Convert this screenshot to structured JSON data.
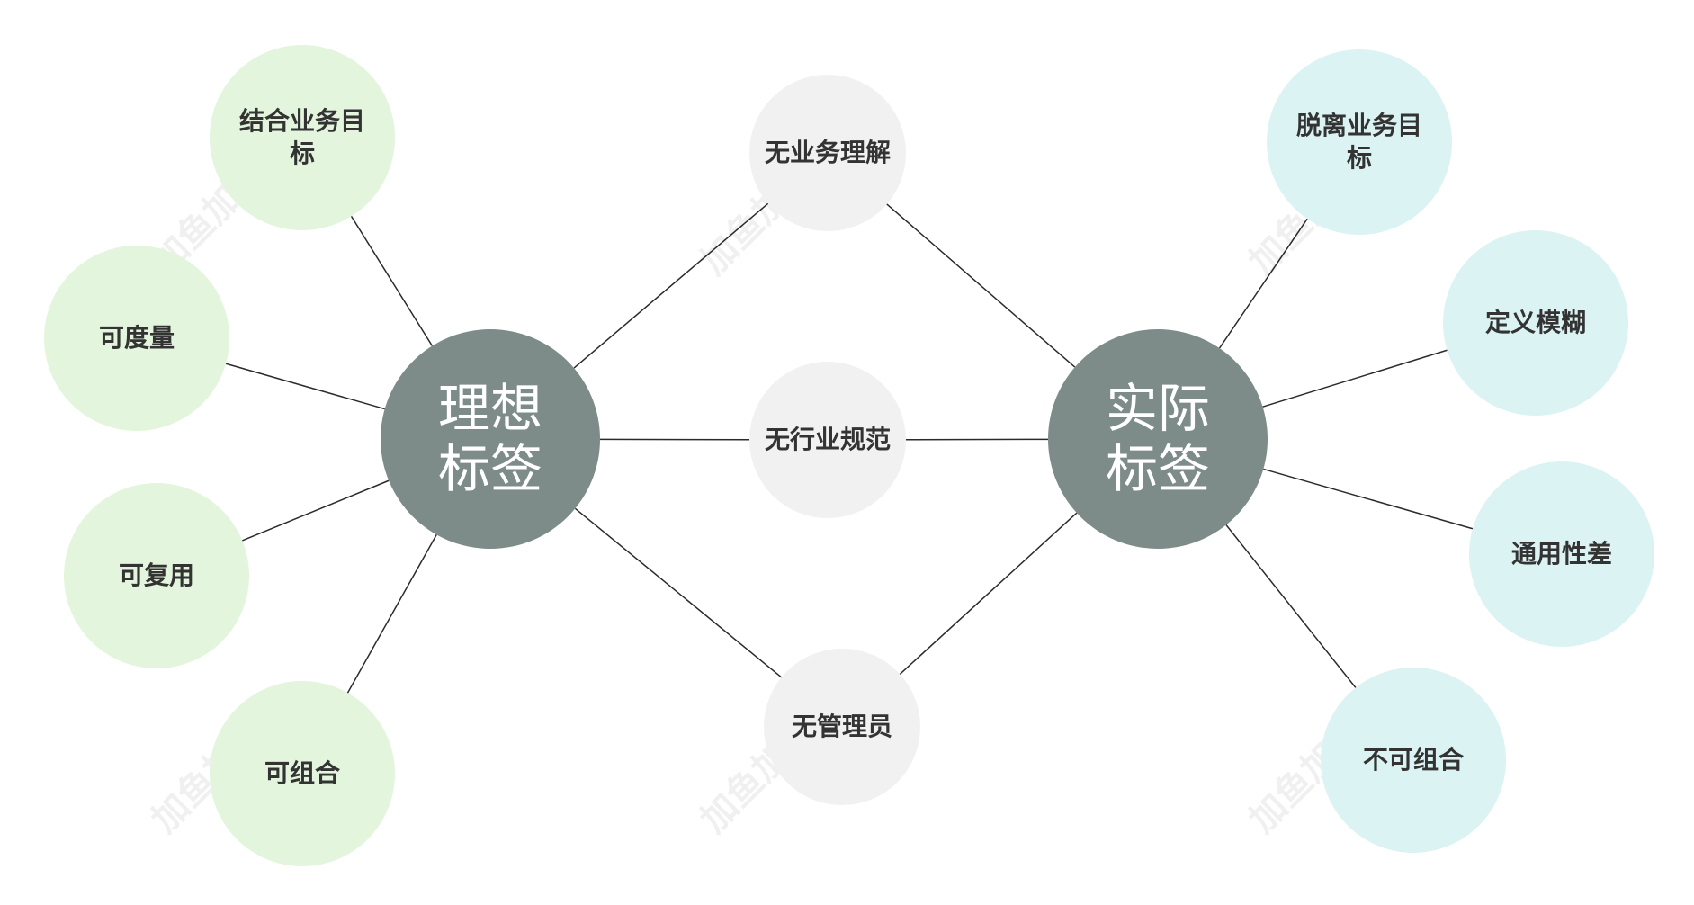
{
  "colors": {
    "hub": "#7d8b89",
    "ideal_leaf": "#e3f5dc",
    "middle_leaf": "#f1f1f1",
    "actual_leaf": "#dcf3f3"
  },
  "watermark": "加鱼加肉",
  "hubs": {
    "ideal": "理想标签",
    "actual": "实际标签"
  },
  "ideal_leaves": {
    "goal": "结合业务目标",
    "measurable": "可度量",
    "reusable": "可复用",
    "composable": "可组合"
  },
  "middle_leaves": {
    "no_business": "无业务理解",
    "no_standard": "无行业规范",
    "no_admin": "无管理员"
  },
  "actual_leaves": {
    "detached": "脱离业务目标",
    "vague": "定义模糊",
    "poor_generality": "通用性差",
    "not_composable": "不可组合"
  }
}
